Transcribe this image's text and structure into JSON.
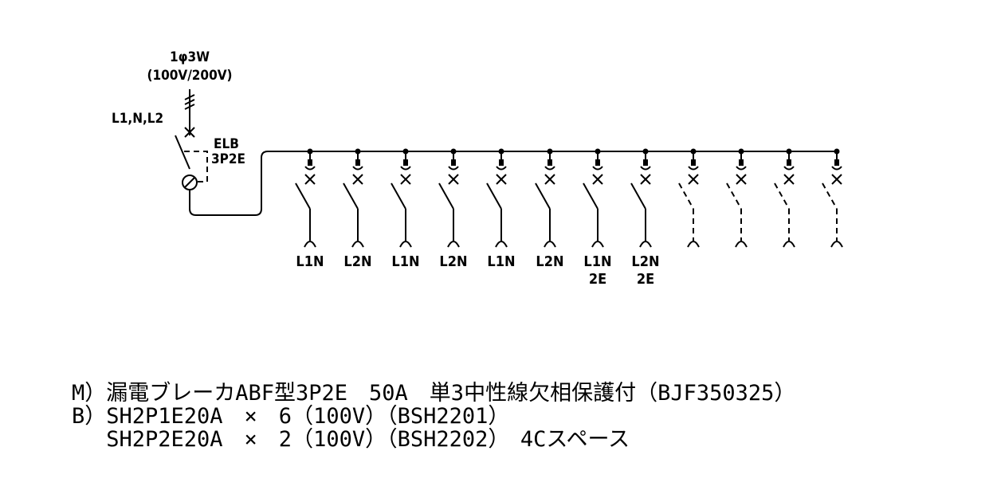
{
  "supply": {
    "phase": "1φ3W",
    "voltage": "(100V/200V)",
    "conductors": "L1,N,L2"
  },
  "main_breaker": {
    "type": "ELB",
    "poles": "3P2E"
  },
  "branches": [
    {
      "line1": "L1N",
      "line2": "",
      "spare": false
    },
    {
      "line1": "L2N",
      "line2": "",
      "spare": false
    },
    {
      "line1": "L1N",
      "line2": "",
      "spare": false
    },
    {
      "line1": "L2N",
      "line2": "",
      "spare": false
    },
    {
      "line1": "L1N",
      "line2": "",
      "spare": false
    },
    {
      "line1": "L2N",
      "line2": "",
      "spare": false
    },
    {
      "line1": "L1N",
      "line2": "2E",
      "spare": false
    },
    {
      "line1": "L2N",
      "line2": "2E",
      "spare": false
    },
    {
      "line1": "",
      "line2": "",
      "spare": true
    },
    {
      "line1": "",
      "line2": "",
      "spare": true
    },
    {
      "line1": "",
      "line2": "",
      "spare": true
    },
    {
      "line1": "",
      "line2": "",
      "spare": true
    }
  ],
  "spec": {
    "line1": "M）漏電ブレーカABF型3P2E　50A　単3中性線欠相保護付（BJF350325）",
    "line2": "B）SH2P1E20A　×　6（100V）（BSH2201）",
    "line3": "　 SH2P2E20A　×　2（100V）（BSH2202）　4Cスペース"
  }
}
